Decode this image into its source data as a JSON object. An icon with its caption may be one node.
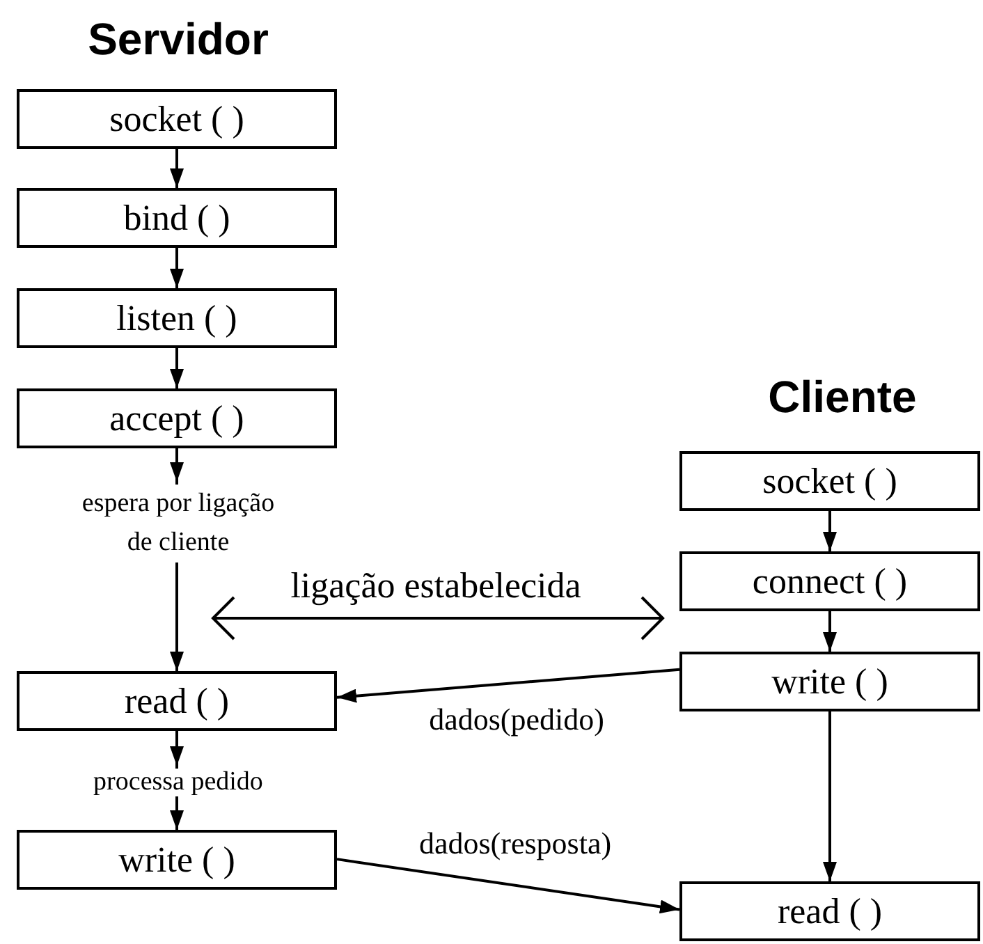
{
  "diagram": {
    "nodes": [
      {
        "text": [
          "socket ( )"
        ]
      },
      {
        "text": [
          "bind ( )"
        ]
      },
      {
        "text": [
          "listen ( )"
        ]
      },
      {
        "text": [
          "accept ( )"
        ]
      },
      {
        "text": [
          "read ( )"
        ]
      },
      {
        "text": [
          "write ( )"
        ]
      },
      {
        "text": [
          "socket ( )"
        ]
      },
      {
        "text": [
          "connect ( )"
        ]
      },
      {
        "text": [
          "write ( )"
        ]
      },
      {
        "text": [
          "read ( )"
        ]
      }
    ],
    "edges": [
      {
        "from": 0,
        "to": 1,
        "arrow": "to"
      },
      {
        "from": 1,
        "to": 2,
        "arrow": "to"
      },
      {
        "from": 2,
        "to": 3,
        "arrow": "to"
      },
      {
        "from": 3,
        "to": 4,
        "arrow": "to",
        "label": "espera por ligação de cliente"
      },
      {
        "from": 4,
        "to": 5,
        "arrow": "to",
        "label": "processa pedido"
      },
      {
        "from": 6,
        "to": 7,
        "arrow": "to"
      },
      {
        "from": 7,
        "to": 8,
        "arrow": "to"
      },
      {
        "from": 8,
        "to": 9,
        "arrow": "to"
      },
      {
        "from": 8,
        "to": 4,
        "arrow": "to",
        "label": "dados(pedido)"
      },
      {
        "from": 5,
        "to": 9,
        "arrow": "to",
        "label": "dados(resposta)"
      }
    ],
    "labels": [
      "Servidor",
      "Cliente",
      "ligação estabelecida"
    ]
  }
}
